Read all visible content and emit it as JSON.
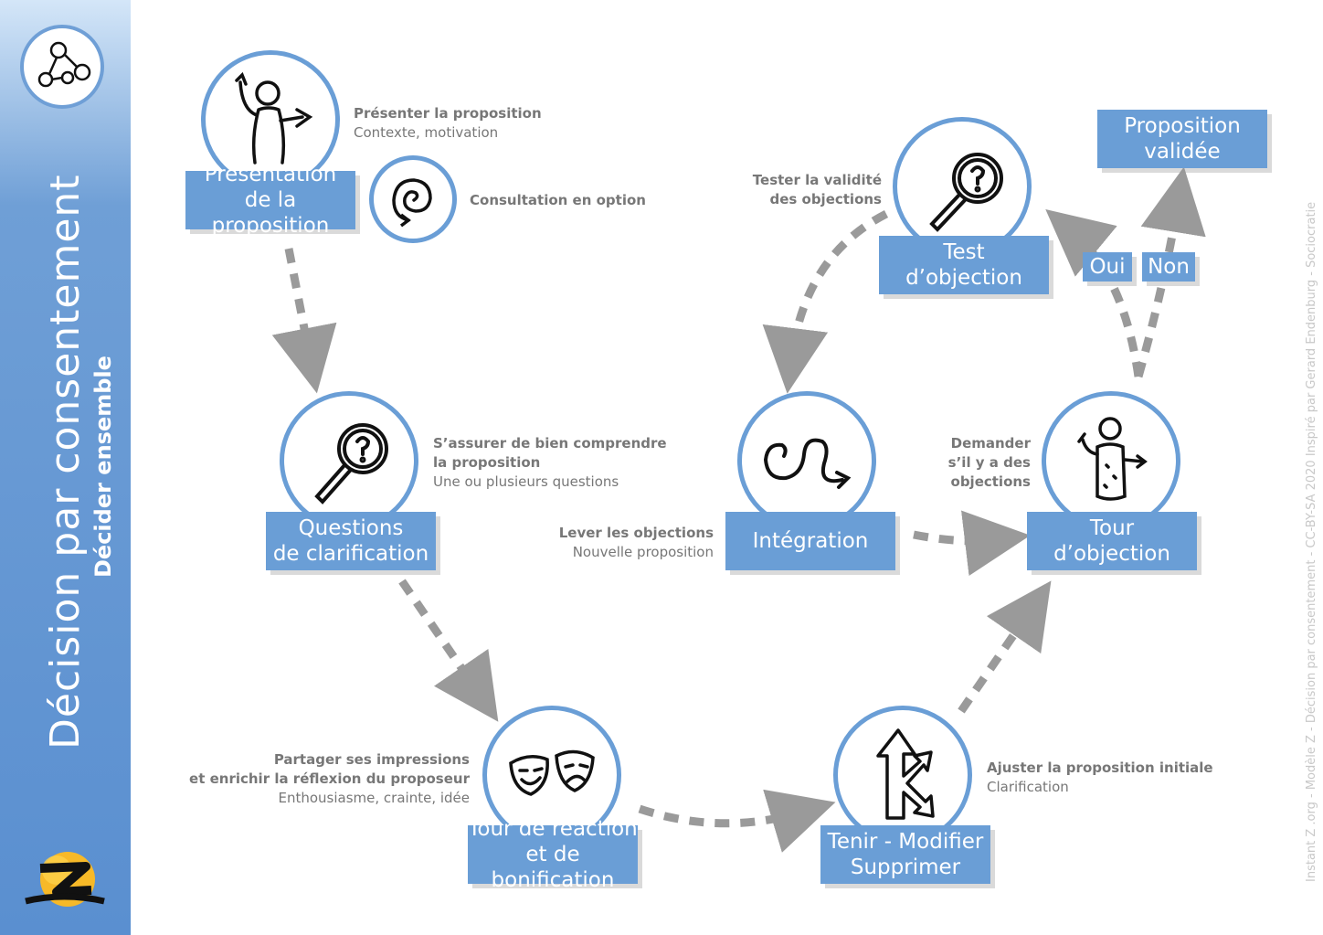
{
  "sidebar": {
    "title": "Décision par consentement",
    "subtitle": "Décider ensemble"
  },
  "credit": "Instant Z .org - Modèle Z - Décision par consentement - CC-BY-SA 2020 Inspiré par Gerard Endenburg - Sociocratie",
  "nodes": {
    "presentation": {
      "line1": "Présentation",
      "line2": "de la proposition"
    },
    "questions": {
      "line1": "Questions",
      "line2": "de clarification"
    },
    "tour_reaction": {
      "line1": "Tour de réaction",
      "line2": "et de bonification"
    },
    "tenir": {
      "line1": "Tenir - Modifier",
      "line2": "Supprimer"
    },
    "tour_objection": {
      "line1": "Tour",
      "line2": "d’objection"
    },
    "integration": {
      "line1": "Intégration"
    },
    "test_objection": {
      "line1": "Test",
      "line2": "d’objection"
    },
    "validee": {
      "line1": "Proposition",
      "line2": "validée"
    }
  },
  "choices": {
    "oui": "Oui",
    "non": "Non"
  },
  "descriptions": {
    "presentation": {
      "bold": "Présenter la proposition",
      "normal": "Contexte, motivation"
    },
    "consultation": {
      "bold": "Consultation en option"
    },
    "questions": {
      "bold1": "S’assurer de bien comprendre",
      "bold2": "la proposition",
      "normal": "Une ou plusieurs questions"
    },
    "reaction": {
      "bold1": "Partager ses impressions",
      "bold2": "et enrichir la réflexion du proposeur",
      "normal": "Enthousiasme, crainte, idée"
    },
    "tenir": {
      "bold": "Ajuster la proposition initiale",
      "normal": "Clarification"
    },
    "objection": {
      "bold1": "Demander",
      "bold2": "s’il y a des",
      "bold3": "objections"
    },
    "integration": {
      "bold": "Lever les objections",
      "normal": "Nouvelle proposition"
    },
    "test": {
      "bold1": "Tester la validité",
      "bold2": "des objections"
    }
  },
  "icons": [
    "network-icon",
    "presenter-icon",
    "spiral-icon",
    "magnifier-question-icon",
    "theater-masks-icon",
    "split-arrow-icon",
    "person-objection-icon",
    "wave-arrow-icon",
    "brand-z-logo"
  ],
  "colors": {
    "accent": "#6a9ed6",
    "arrow": "#9a9a9a",
    "text": "#777777"
  }
}
